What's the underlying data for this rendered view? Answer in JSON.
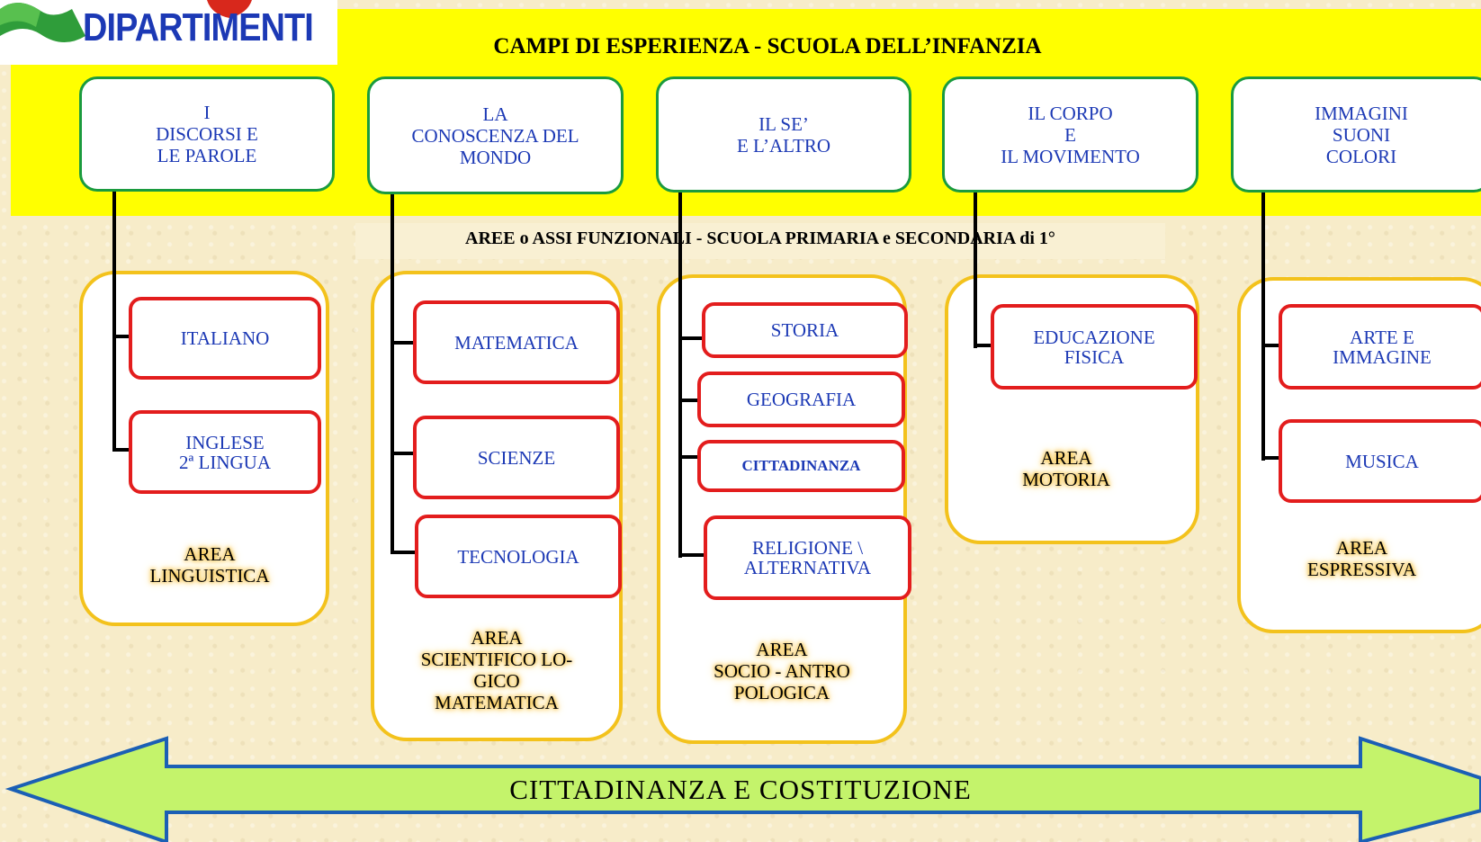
{
  "header": {
    "logo_text": "DIPARTIMENTI",
    "title_infanzia": "CAMPI DI ESPERIENZA - SCUOLA DELL’INFANZIA",
    "title_primaria": "AREE o ASSI FUNZIONALI - SCUOLA PRIMARIA e SECONDARIA di 1°"
  },
  "campi": [
    {
      "label": "I\nDISCORSI E\nLE PAROLE"
    },
    {
      "label": "LA\nCONOSCENZA DEL\nMONDO"
    },
    {
      "label": "IL SE’\nE L’ALTRO"
    },
    {
      "label": "IL CORPO\nE\nIL MOVIMENTO"
    },
    {
      "label": "IMMAGINI\nSUONI\nCOLORI"
    }
  ],
  "aree": [
    {
      "label": "AREA\nLINGUISTICA",
      "subjects": [
        "ITALIANO",
        "INGLESE\n2ª LINGUA"
      ]
    },
    {
      "label": "AREA\nSCIENTIFICO LO-\nGICO\nMATEMATICA",
      "subjects": [
        "MATEMATICA",
        "SCIENZE",
        "TECNOLOGIA"
      ]
    },
    {
      "label": "AREA\nSOCIO - ANTRO\nPOLOGICA",
      "subjects": [
        "STORIA",
        "GEOGRAFIA",
        "CITTADINANZA",
        "RELIGIONE \\\nALTERNATIVA"
      ]
    },
    {
      "label": "AREA\nMOTORIA",
      "subjects": [
        "EDUCAZIONE\nFISICA"
      ]
    },
    {
      "label": "AREA\nESPRESSIVA",
      "subjects": [
        "ARTE E\nIMMAGINE",
        "MUSICA"
      ]
    }
  ],
  "banner": {
    "label": "CITTADINANZA  E  COSTITUZIONE"
  },
  "colors": {
    "band_yellow": "#ffff00",
    "campo_border": "#1a9b3e",
    "area_border": "#f3c21c",
    "subject_border": "#e31d1d",
    "text_blue": "#1c39b5",
    "arrow_fill": "#c4f36b",
    "arrow_stroke": "#1b5fb5"
  }
}
